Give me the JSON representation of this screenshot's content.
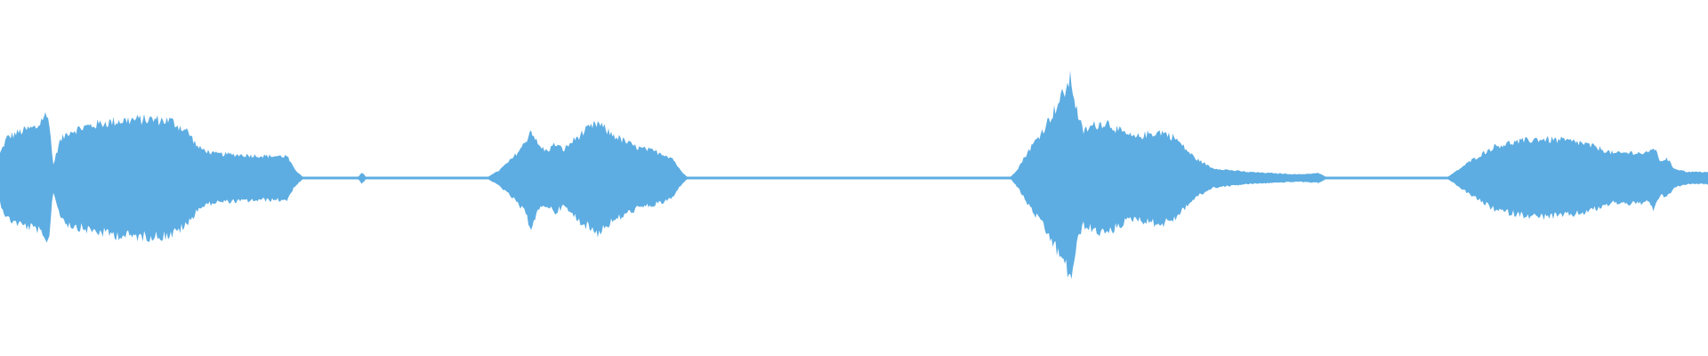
{
  "waveform": {
    "color": "#5DADE2",
    "background": "#FFFFFF",
    "amplitude_envelope": [
      [
        0.0,
        0.2
      ],
      [
        0.004,
        0.33
      ],
      [
        0.01,
        0.37
      ],
      [
        0.016,
        0.4
      ],
      [
        0.022,
        0.42
      ],
      [
        0.026,
        0.52
      ],
      [
        0.029,
        0.47
      ],
      [
        0.031,
        0.1
      ],
      [
        0.035,
        0.3
      ],
      [
        0.04,
        0.38
      ],
      [
        0.05,
        0.42
      ],
      [
        0.06,
        0.45
      ],
      [
        0.07,
        0.47
      ],
      [
        0.08,
        0.48
      ],
      [
        0.09,
        0.48
      ],
      [
        0.1,
        0.47
      ],
      [
        0.11,
        0.38
      ],
      [
        0.116,
        0.25
      ],
      [
        0.125,
        0.2
      ],
      [
        0.14,
        0.19
      ],
      [
        0.155,
        0.18
      ],
      [
        0.168,
        0.18
      ],
      [
        0.172,
        0.08
      ],
      [
        0.177,
        0.01
      ],
      [
        0.21,
        0.01
      ],
      [
        0.212,
        0.05
      ],
      [
        0.214,
        0.01
      ],
      [
        0.286,
        0.01
      ],
      [
        0.292,
        0.06
      ],
      [
        0.3,
        0.16
      ],
      [
        0.307,
        0.28
      ],
      [
        0.311,
        0.4
      ],
      [
        0.315,
        0.27
      ],
      [
        0.32,
        0.22
      ],
      [
        0.325,
        0.28
      ],
      [
        0.33,
        0.23
      ],
      [
        0.335,
        0.3
      ],
      [
        0.342,
        0.38
      ],
      [
        0.35,
        0.45
      ],
      [
        0.357,
        0.37
      ],
      [
        0.366,
        0.3
      ],
      [
        0.373,
        0.25
      ],
      [
        0.38,
        0.23
      ],
      [
        0.388,
        0.2
      ],
      [
        0.394,
        0.16
      ],
      [
        0.398,
        0.07
      ],
      [
        0.402,
        0.01
      ],
      [
        0.592,
        0.01
      ],
      [
        0.596,
        0.08
      ],
      [
        0.602,
        0.22
      ],
      [
        0.61,
        0.38
      ],
      [
        0.615,
        0.5
      ],
      [
        0.619,
        0.6
      ],
      [
        0.624,
        0.73
      ],
      [
        0.627,
        0.82
      ],
      [
        0.63,
        0.58
      ],
      [
        0.634,
        0.38
      ],
      [
        0.64,
        0.43
      ],
      [
        0.648,
        0.46
      ],
      [
        0.656,
        0.38
      ],
      [
        0.664,
        0.33
      ],
      [
        0.672,
        0.36
      ],
      [
        0.68,
        0.38
      ],
      [
        0.688,
        0.33
      ],
      [
        0.694,
        0.24
      ],
      [
        0.7,
        0.16
      ],
      [
        0.71,
        0.08
      ],
      [
        0.73,
        0.05
      ],
      [
        0.76,
        0.03
      ],
      [
        0.772,
        0.04
      ],
      [
        0.776,
        0.01
      ],
      [
        0.848,
        0.01
      ],
      [
        0.852,
        0.05
      ],
      [
        0.86,
        0.13
      ],
      [
        0.868,
        0.2
      ],
      [
        0.875,
        0.26
      ],
      [
        0.885,
        0.29
      ],
      [
        0.9,
        0.32
      ],
      [
        0.915,
        0.31
      ],
      [
        0.925,
        0.29
      ],
      [
        0.935,
        0.25
      ],
      [
        0.945,
        0.2
      ],
      [
        0.955,
        0.21
      ],
      [
        0.965,
        0.2
      ],
      [
        0.968,
        0.26
      ],
      [
        0.972,
        0.14
      ],
      [
        0.976,
        0.16
      ],
      [
        0.98,
        0.08
      ],
      [
        0.988,
        0.05
      ],
      [
        1.0,
        0.05
      ]
    ]
  }
}
